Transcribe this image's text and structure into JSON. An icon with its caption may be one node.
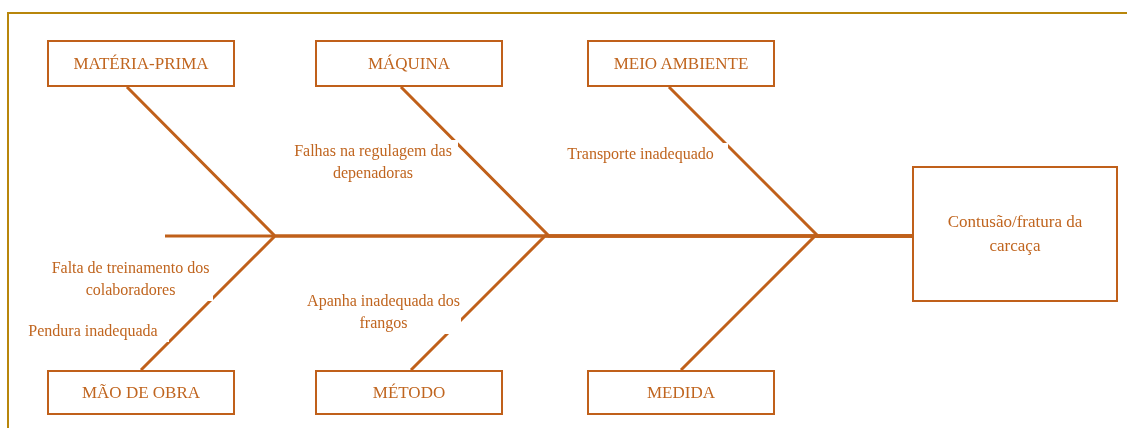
{
  "diagram": {
    "nodes": [
      {
        "text": [
          "MATÉRIA-PRIMA"
        ]
      },
      {
        "text": [
          "MÁQUINA"
        ],
        "beside": [
          "Falhas na regulagem das depenadoras"
        ]
      },
      {
        "text": [
          "MEIO AMBIENTE"
        ],
        "beside": [
          "Transporte inadequado"
        ]
      },
      {
        "text": [
          "Contusão/fratura da carcaça"
        ]
      },
      {
        "text": [
          "MÃO DE OBRA"
        ],
        "beside": [
          "Falta de treinamento dos colaboradores",
          "Pendura inadequada"
        ]
      },
      {
        "text": [
          "MÉTODO"
        ],
        "beside": [
          "Apanha inadequada dos frangos"
        ]
      },
      {
        "text": [
          "MEDIDA"
        ]
      }
    ],
    "edges": [
      {
        "from": 0,
        "to": 3,
        "arrow": "none"
      },
      {
        "from": 1,
        "to": 3,
        "arrow": "none"
      },
      {
        "from": 2,
        "to": 3,
        "arrow": "none"
      },
      {
        "from": 4,
        "to": 3,
        "arrow": "none"
      },
      {
        "from": 5,
        "to": 3,
        "arrow": "none"
      },
      {
        "from": 6,
        "to": 3,
        "arrow": "none"
      }
    ]
  }
}
